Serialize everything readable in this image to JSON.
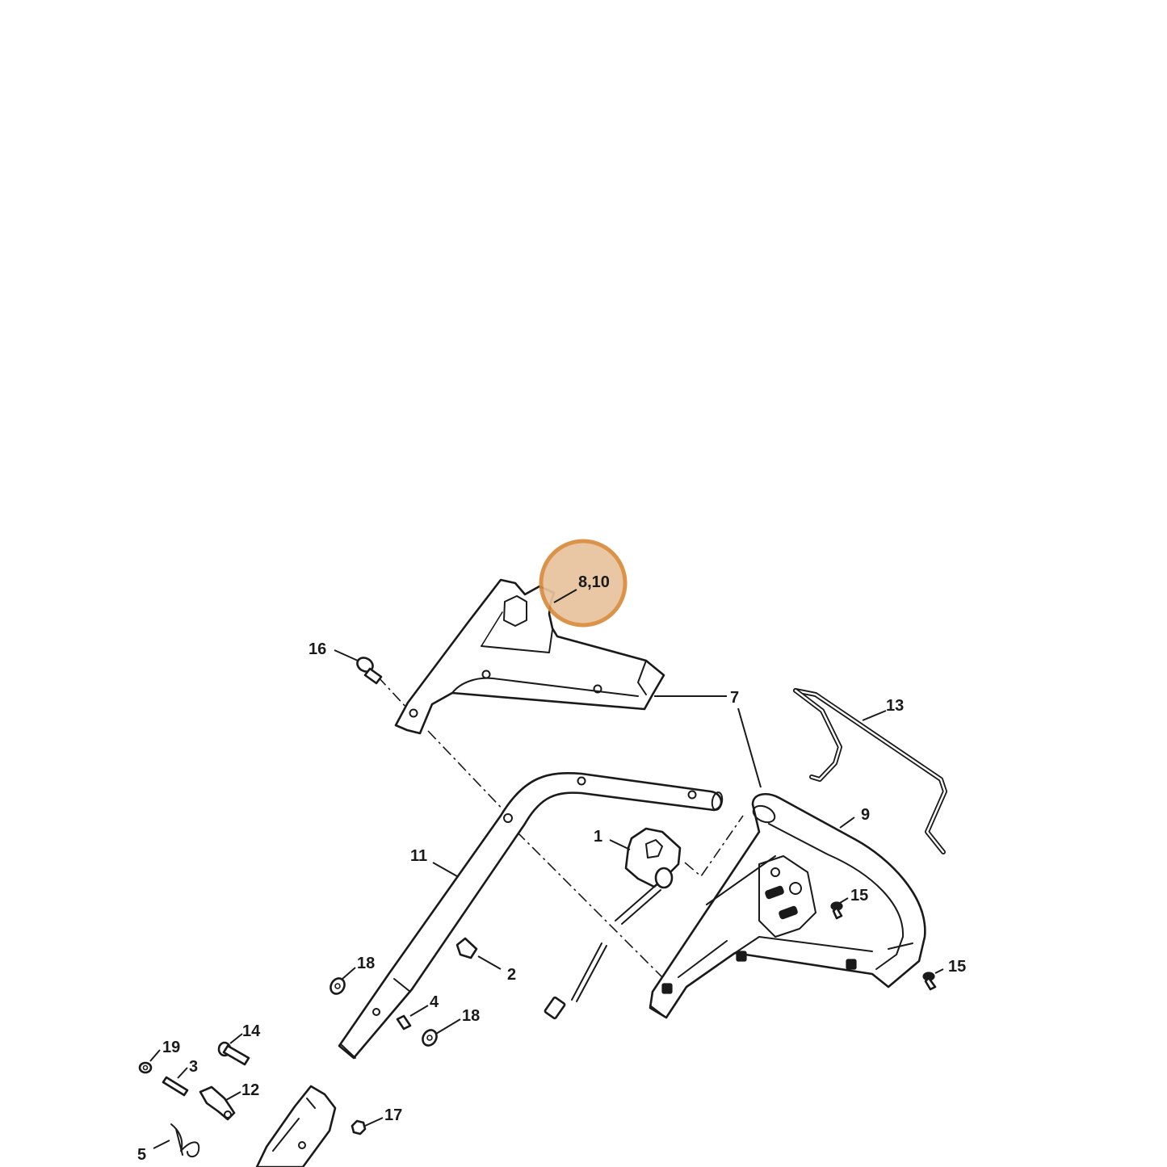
{
  "diagram": {
    "highlight": {
      "label": "8,10",
      "fill": "#e8c39e",
      "stroke": "#d98a3a"
    },
    "callouts": [
      {
        "id": "16",
        "label": "16"
      },
      {
        "id": "7",
        "label": "7"
      },
      {
        "id": "13",
        "label": "13"
      },
      {
        "id": "9",
        "label": "9"
      },
      {
        "id": "1",
        "label": "1"
      },
      {
        "id": "11",
        "label": "11"
      },
      {
        "id": "15a",
        "label": "15"
      },
      {
        "id": "15b",
        "label": "15"
      },
      {
        "id": "18a",
        "label": "18"
      },
      {
        "id": "2",
        "label": "2"
      },
      {
        "id": "4",
        "label": "4"
      },
      {
        "id": "18b",
        "label": "18"
      },
      {
        "id": "14",
        "label": "14"
      },
      {
        "id": "19",
        "label": "19"
      },
      {
        "id": "3",
        "label": "3"
      },
      {
        "id": "12",
        "label": "12"
      },
      {
        "id": "17",
        "label": "17"
      },
      {
        "id": "5",
        "label": "5"
      }
    ]
  }
}
